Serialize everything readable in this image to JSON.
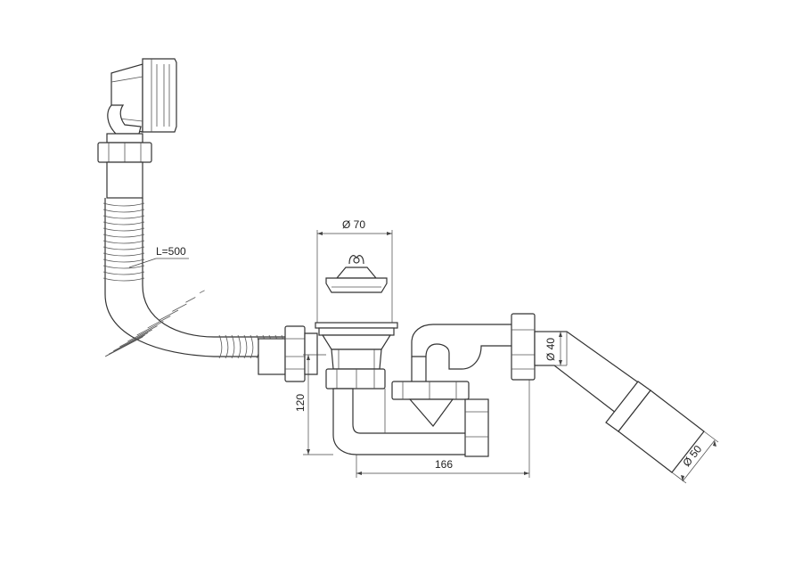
{
  "drawing": {
    "line_color": "#333333",
    "background": "#ffffff",
    "labels": {
      "hose_length": "L=500",
      "plug_diameter": "Ø 70",
      "height": "120",
      "length": "166",
      "outlet_diameter_inner": "Ø 40",
      "outlet_diameter_outer": "Ø 50"
    },
    "components": [
      "overflow-head-icon",
      "overflow-nut-icon",
      "corrugated-hose-icon",
      "union-nut-icon",
      "plug-stopper-icon",
      "waste-strainer-icon",
      "trap-body-icon",
      "outlet-bend-icon",
      "outlet-pipe-icon"
    ]
  }
}
